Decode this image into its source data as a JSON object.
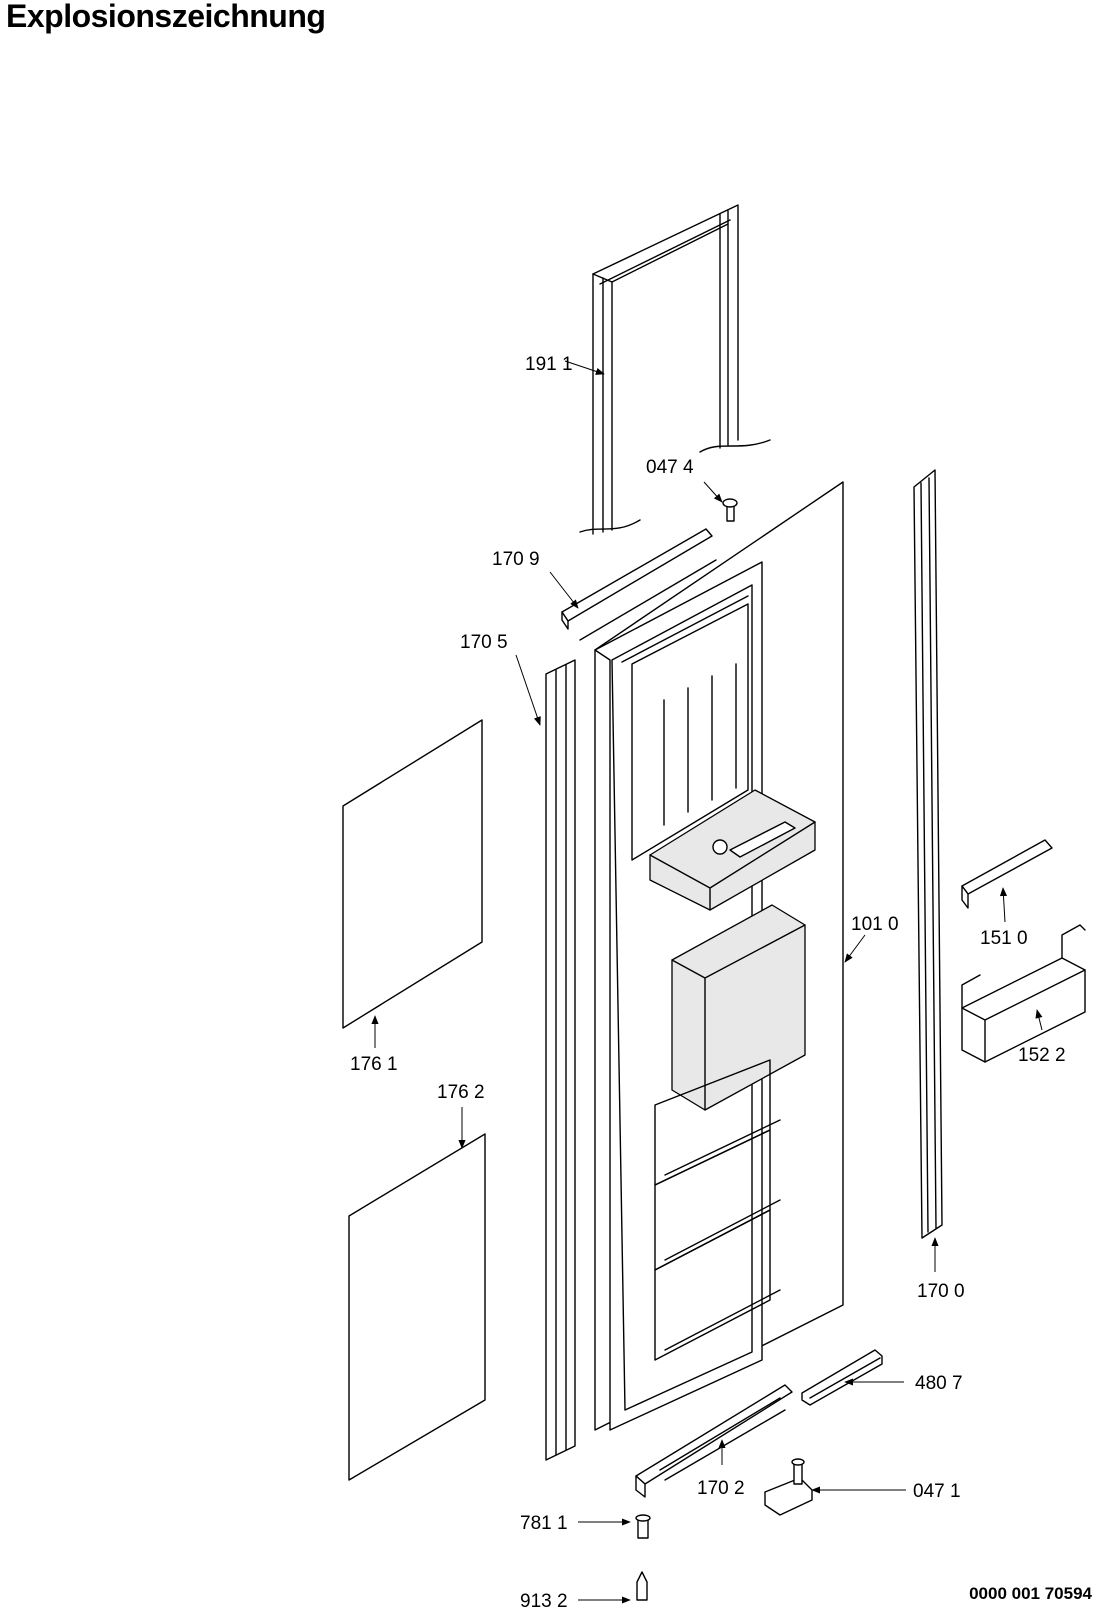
{
  "title": "Explosionszeichnung",
  "document_number": "0000 001 70594",
  "part_labels": {
    "p1911": "191 1",
    "p0474": "047 4",
    "p1709": "170 9",
    "p1705": "170 5",
    "p1010": "101 0",
    "p1510": "151 0",
    "p1761": "176 1",
    "p1522": "152 2",
    "p1762": "176 2",
    "p1700": "170 0",
    "p4807": "480 7",
    "p1702": "170 2",
    "p0471": "047 1",
    "p7811": "781 1",
    "p9132": "913 2"
  }
}
